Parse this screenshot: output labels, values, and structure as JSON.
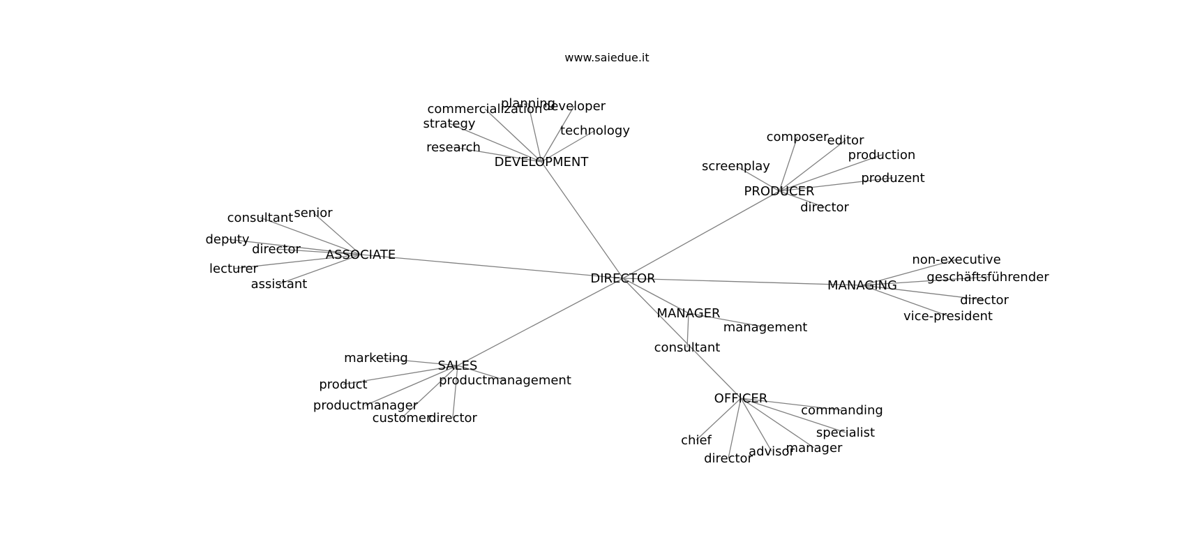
{
  "diagram": {
    "title": "www.saiedue.it",
    "colors": {
      "edge": "#808080",
      "text": "#000000",
      "background": "#ffffff"
    },
    "nodes": [
      {
        "id": "director",
        "label": "DIRECTOR"
      },
      {
        "id": "development",
        "label": "DEVELOPMENT"
      },
      {
        "id": "producer",
        "label": "PRODUCER"
      },
      {
        "id": "associate",
        "label": "ASSOCIATE"
      },
      {
        "id": "managing",
        "label": "MANAGING"
      },
      {
        "id": "manager",
        "label": "MANAGER"
      },
      {
        "id": "sales",
        "label": "SALES"
      },
      {
        "id": "officer",
        "label": "OFFICER"
      },
      {
        "id": "dev_commercialization",
        "label": "commercialization"
      },
      {
        "id": "dev_planning",
        "label": "planning"
      },
      {
        "id": "dev_developer",
        "label": "developer"
      },
      {
        "id": "dev_strategy",
        "label": "strategy"
      },
      {
        "id": "dev_technology",
        "label": "technology"
      },
      {
        "id": "dev_research",
        "label": "research"
      },
      {
        "id": "prod_composer",
        "label": "composer"
      },
      {
        "id": "prod_editor",
        "label": "editor"
      },
      {
        "id": "prod_production",
        "label": "production"
      },
      {
        "id": "prod_screenplay",
        "label": "screenplay"
      },
      {
        "id": "prod_produzent",
        "label": "produzent"
      },
      {
        "id": "prod_director",
        "label": "director"
      },
      {
        "id": "assoc_senior",
        "label": "senior"
      },
      {
        "id": "assoc_consultant",
        "label": "consultant"
      },
      {
        "id": "assoc_deputy",
        "label": "deputy"
      },
      {
        "id": "assoc_director",
        "label": "director"
      },
      {
        "id": "assoc_lecturer",
        "label": "lecturer"
      },
      {
        "id": "assoc_assistant",
        "label": "assistant"
      },
      {
        "id": "man_nonexec",
        "label": "non-executive"
      },
      {
        "id": "man_gf",
        "label": "geschäftsführender"
      },
      {
        "id": "man_director",
        "label": "director"
      },
      {
        "id": "man_vp",
        "label": "vice-president"
      },
      {
        "id": "mgr_management",
        "label": "management"
      },
      {
        "id": "mgr_consultant",
        "label": "consultant"
      },
      {
        "id": "sales_marketing",
        "label": "marketing"
      },
      {
        "id": "sales_product",
        "label": "product"
      },
      {
        "id": "sales_productmanagement",
        "label": "productmanagement"
      },
      {
        "id": "sales_productmanager",
        "label": "productmanager"
      },
      {
        "id": "sales_customer",
        "label": "customer"
      },
      {
        "id": "sales_director",
        "label": "director"
      },
      {
        "id": "off_commanding",
        "label": "commanding"
      },
      {
        "id": "off_specialist",
        "label": "specialist"
      },
      {
        "id": "off_chief",
        "label": "chief"
      },
      {
        "id": "off_director",
        "label": "director"
      },
      {
        "id": "off_advisor",
        "label": "advisor"
      },
      {
        "id": "off_manager",
        "label": "manager"
      }
    ],
    "edges": [
      [
        "director",
        "development"
      ],
      [
        "director",
        "producer"
      ],
      [
        "director",
        "associate"
      ],
      [
        "director",
        "managing"
      ],
      [
        "director",
        "manager"
      ],
      [
        "director",
        "sales"
      ],
      [
        "director",
        "officer"
      ],
      [
        "development",
        "dev_commercialization"
      ],
      [
        "development",
        "dev_planning"
      ],
      [
        "development",
        "dev_developer"
      ],
      [
        "development",
        "dev_strategy"
      ],
      [
        "development",
        "dev_technology"
      ],
      [
        "development",
        "dev_research"
      ],
      [
        "producer",
        "prod_composer"
      ],
      [
        "producer",
        "prod_editor"
      ],
      [
        "producer",
        "prod_production"
      ],
      [
        "producer",
        "prod_screenplay"
      ],
      [
        "producer",
        "prod_produzent"
      ],
      [
        "producer",
        "prod_director"
      ],
      [
        "associate",
        "assoc_senior"
      ],
      [
        "associate",
        "assoc_consultant"
      ],
      [
        "associate",
        "assoc_deputy"
      ],
      [
        "associate",
        "assoc_director"
      ],
      [
        "associate",
        "assoc_lecturer"
      ],
      [
        "associate",
        "assoc_assistant"
      ],
      [
        "managing",
        "man_nonexec"
      ],
      [
        "managing",
        "man_gf"
      ],
      [
        "managing",
        "man_director"
      ],
      [
        "managing",
        "man_vp"
      ],
      [
        "manager",
        "mgr_management"
      ],
      [
        "manager",
        "mgr_consultant"
      ],
      [
        "sales",
        "sales_marketing"
      ],
      [
        "sales",
        "sales_product"
      ],
      [
        "sales",
        "sales_productmanagement"
      ],
      [
        "sales",
        "sales_productmanager"
      ],
      [
        "sales",
        "sales_customer"
      ],
      [
        "sales",
        "sales_director"
      ],
      [
        "officer",
        "off_commanding"
      ],
      [
        "officer",
        "off_specialist"
      ],
      [
        "officer",
        "off_chief"
      ],
      [
        "officer",
        "off_director"
      ],
      [
        "officer",
        "off_advisor"
      ],
      [
        "officer",
        "off_manager"
      ]
    ]
  }
}
